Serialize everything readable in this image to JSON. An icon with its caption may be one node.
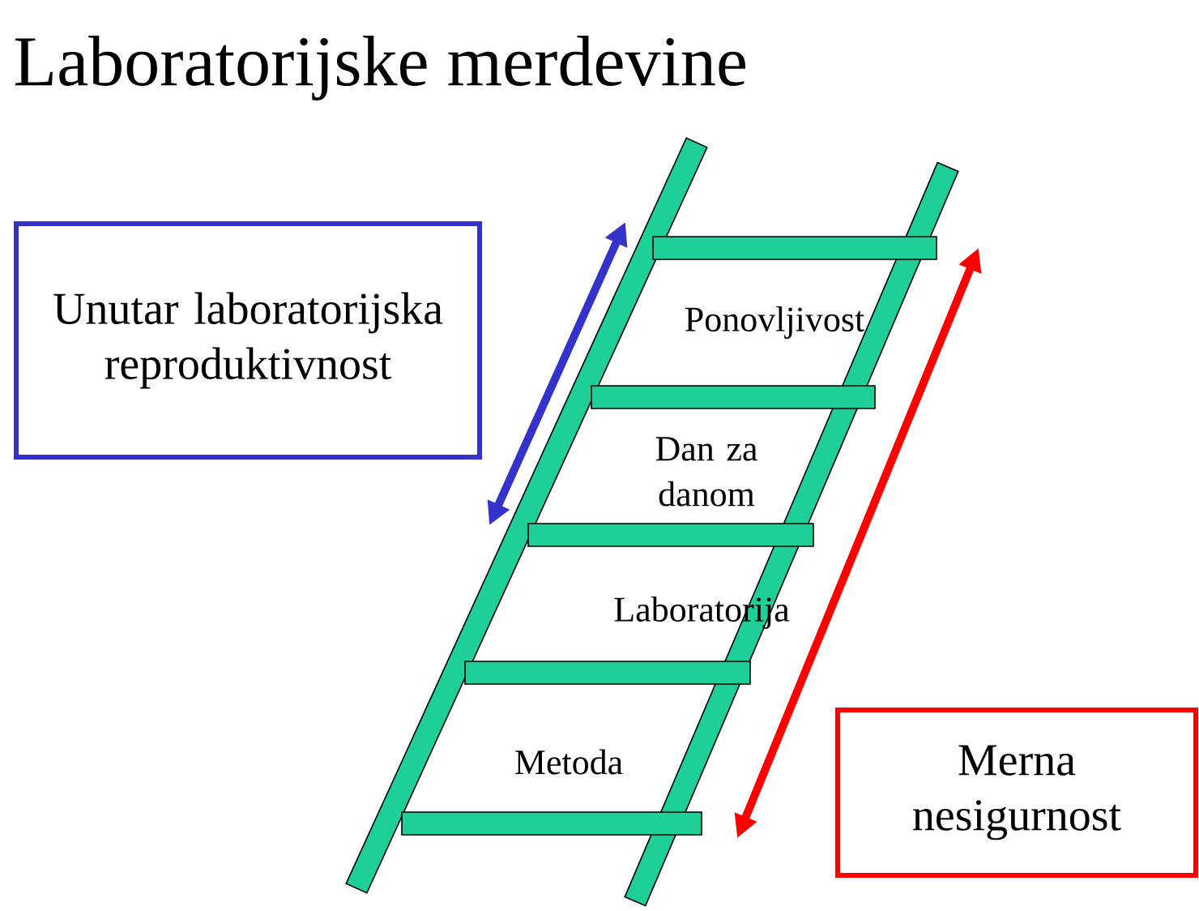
{
  "diagram": {
    "title": "Laboratorijske merdevine",
    "nodes": [
      {
        "text": [
          "Unutar laboratorijska reproduktivnost"
        ]
      },
      {
        "text": [
          "Merna nesigurnost"
        ]
      }
    ],
    "labels": [
      "Ponovljivost",
      "Dan za danom",
      "Laboratorija",
      "Metoda"
    ]
  }
}
